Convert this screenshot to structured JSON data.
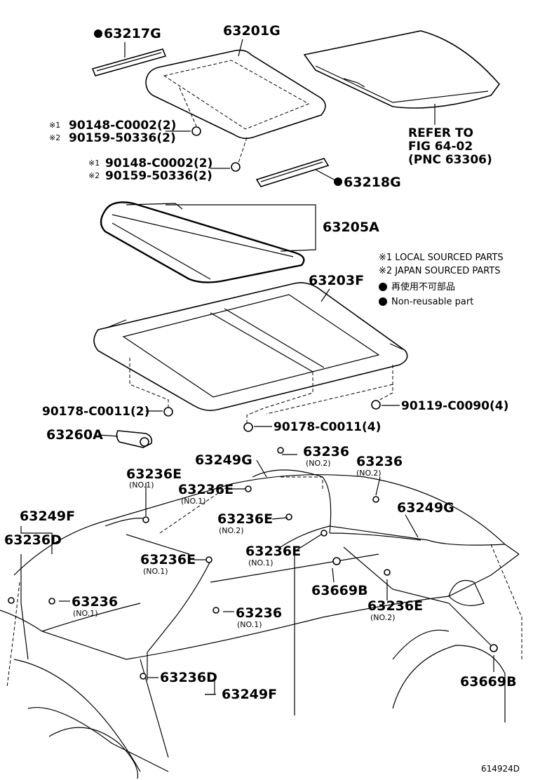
{
  "parts": {
    "p63217G": "63217G",
    "p63201G": "63201G",
    "refer1": "REFER TO",
    "refer2": "FIG 64-02",
    "refer3": "(PNC 63306)",
    "bolt1a_mark": "※1",
    "bolt1a": "90148-C0002(2)",
    "bolt1b_mark": "※2",
    "bolt1b": "90159-50336(2)",
    "bolt2a_mark": "※1",
    "bolt2a": "90148-C0002(2)",
    "bolt2b_mark": "※2",
    "bolt2b": "90159-50336(2)",
    "p63218G": "63218G",
    "p63205A": "63205A",
    "p63203F": "63203F",
    "p90178_left": "90178-C0011(2)",
    "p90119": "90119-C0090(4)",
    "p90178_bottom": "90178-C0011(4)",
    "p63260A": "63260A",
    "p63249G_top": "63249G",
    "p63236_top": "63236",
    "p63236_top_sub": "(NO.2)",
    "p63236_right": "63236",
    "p63236_right_sub": "(NO.2)",
    "p63236E_a": "63236E",
    "p63236E_a_sub": "(NO.1)",
    "p63236E_b": "63236E",
    "p63236E_b_sub": "(NO.1)",
    "p63249G_right": "63249G",
    "p63249F_top": "63249F",
    "p63236D_left": "63236D",
    "p63236E_c": "63236E",
    "p63236E_c_sub": "(NO.2)",
    "p63236E_d": "63236E",
    "p63236E_d_sub": "(NO.1)",
    "p63236E_e": "63236E",
    "p63236E_e_sub": "(NO.1)",
    "p63669B_mid": "63669B",
    "p63236_left": "63236",
    "p63236_left_sub": "(NO.1)",
    "p63236_mid": "63236",
    "p63236_mid_sub": "(NO.1)",
    "p63236E_f": "63236E",
    "p63236E_f_sub": "(NO.2)",
    "p63236D_bottom": "63236D",
    "p63249F_bottom": "63249F",
    "p63669B_right": "63669B"
  },
  "legend": {
    "local": "※1 LOCAL SOURCED PARTS",
    "japan": "※2 JAPAN SOURCED PARTS",
    "jp_nonreuse": "再使用不可部品",
    "en_nonreuse": "Non-reusable part"
  },
  "diagram_id": "614924D"
}
